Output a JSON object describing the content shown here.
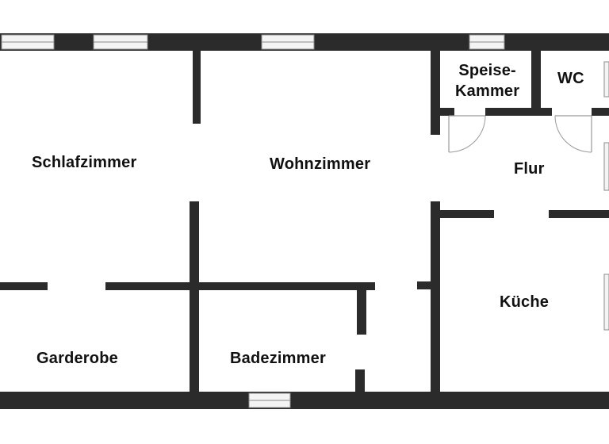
{
  "colors": {
    "wall": "#2b2b2b",
    "window_frame": "#8a8a8a",
    "background": "#ffffff"
  },
  "rooms": {
    "schlafzimmer": "Schlafzimmer",
    "wohnzimmer": "Wohnzimmer",
    "speisekammer_line1": "Speise-",
    "speisekammer_line2": "Kammer",
    "wc": "WC",
    "flur": "Flur",
    "kueche": "Küche",
    "garderobe": "Garderobe",
    "badezimmer": "Badezimmer"
  }
}
